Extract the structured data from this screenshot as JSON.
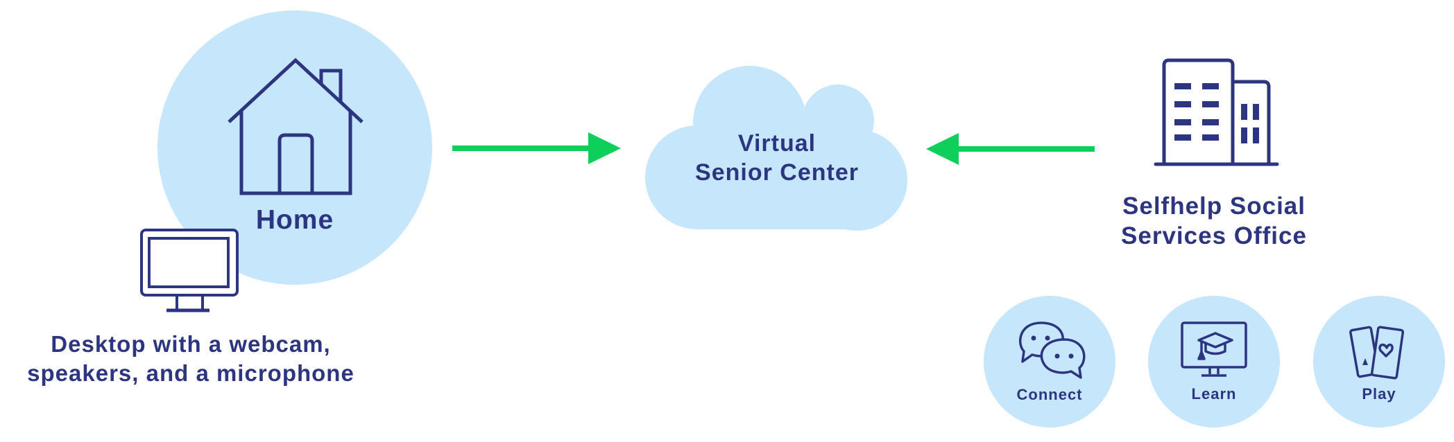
{
  "nodes": {
    "home": {
      "label": "Home"
    },
    "desktop": {
      "label": "Desktop with a webcam, speakers, and a microphone"
    },
    "virtual_center": {
      "label_line1": "Virtual",
      "label_line2": "Senior Center"
    },
    "office": {
      "label_line1": "Selfhelp Social",
      "label_line2": "Services Office"
    }
  },
  "activities": {
    "connect": {
      "label": "Connect"
    },
    "learn": {
      "label": "Learn"
    },
    "play": {
      "label": "Play"
    }
  },
  "colors": {
    "navy": "#2d3580",
    "light_blue": "#c5e6fb",
    "arrow_green": "#0ecf5a"
  },
  "icons": [
    "house-icon",
    "monitor-icon",
    "cloud-shape",
    "office-building-icon",
    "chat-bubbles-icon",
    "graduation-screen-icon",
    "playing-cards-icon"
  ]
}
